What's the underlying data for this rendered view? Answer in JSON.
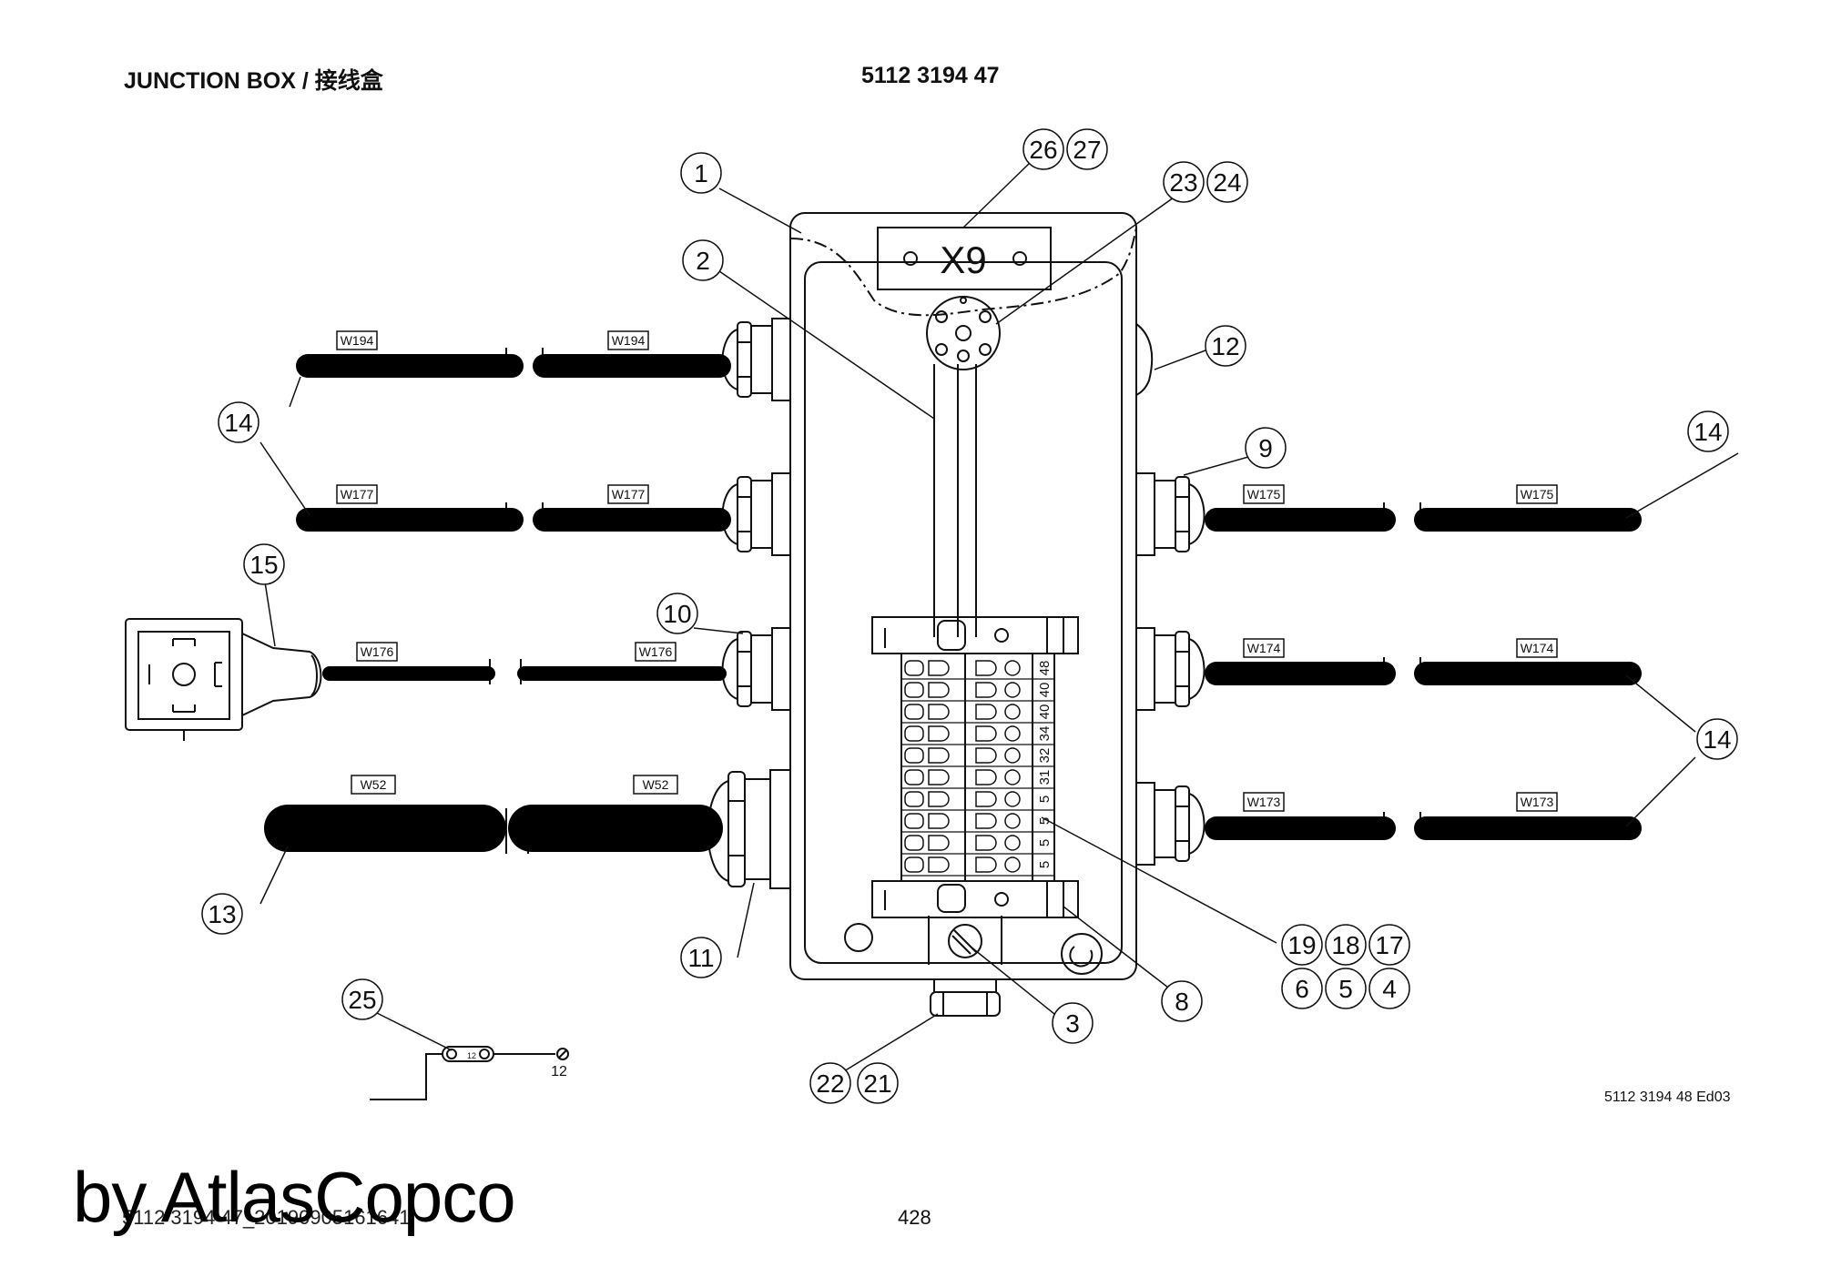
{
  "header": {
    "title": "JUNCTION BOX / 接线盒",
    "part_number": "5112 3194 47"
  },
  "box": {
    "label": "X9"
  },
  "cables": {
    "w194": "W194",
    "w177": "W177",
    "w176": "W176",
    "w52": "W52",
    "w175": "W175",
    "w174": "W174",
    "w173": "W173"
  },
  "terminals": [
    "48",
    "40",
    "40",
    "34",
    "32",
    "31",
    "5",
    "5",
    "5",
    "5"
  ],
  "callouts": {
    "c1": "1",
    "c2": "2",
    "c3": "3",
    "c4": "4",
    "c5": "5",
    "c6": "6",
    "c8": "8",
    "c9": "9",
    "c10": "10",
    "c11": "11",
    "c12": "12",
    "c13": "13",
    "c14a": "14",
    "c14b": "14",
    "c14c": "14",
    "c15": "15",
    "c17": "17",
    "c18": "18",
    "c19": "19",
    "c21": "21",
    "c22": "22",
    "c23": "23",
    "c24": "24",
    "c25": "25",
    "c26": "26",
    "c27": "27"
  },
  "link_label": "12",
  "drawing_number": "5112 3194 48 Ed03",
  "page_number": "428",
  "document_id": "5112 3194 47_20190905161641",
  "watermark": "by AtlasCopco"
}
